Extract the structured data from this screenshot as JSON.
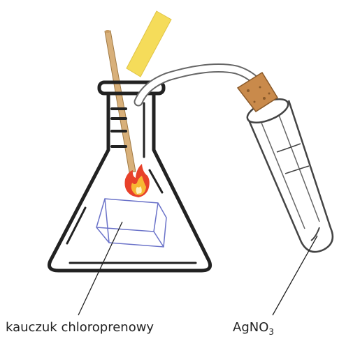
{
  "labels": {
    "rubber": "kauczuk chloroprenowy",
    "reagent_main": "AgNO",
    "reagent_sub": "3"
  },
  "colors": {
    "outline": "#222222",
    "wood_stick": "#d8b07a",
    "yellow_strip": "#f5dc5a",
    "cork": "#c98a4b",
    "flame_outer": "#e8412a",
    "flame_inner": "#f7b733",
    "rubber_block": "#6b73c9",
    "tube": "#555555"
  },
  "icons": {
    "flask": "erlenmeyer-flask-icon",
    "tube": "test-tube-icon",
    "flame": "flame-icon"
  }
}
